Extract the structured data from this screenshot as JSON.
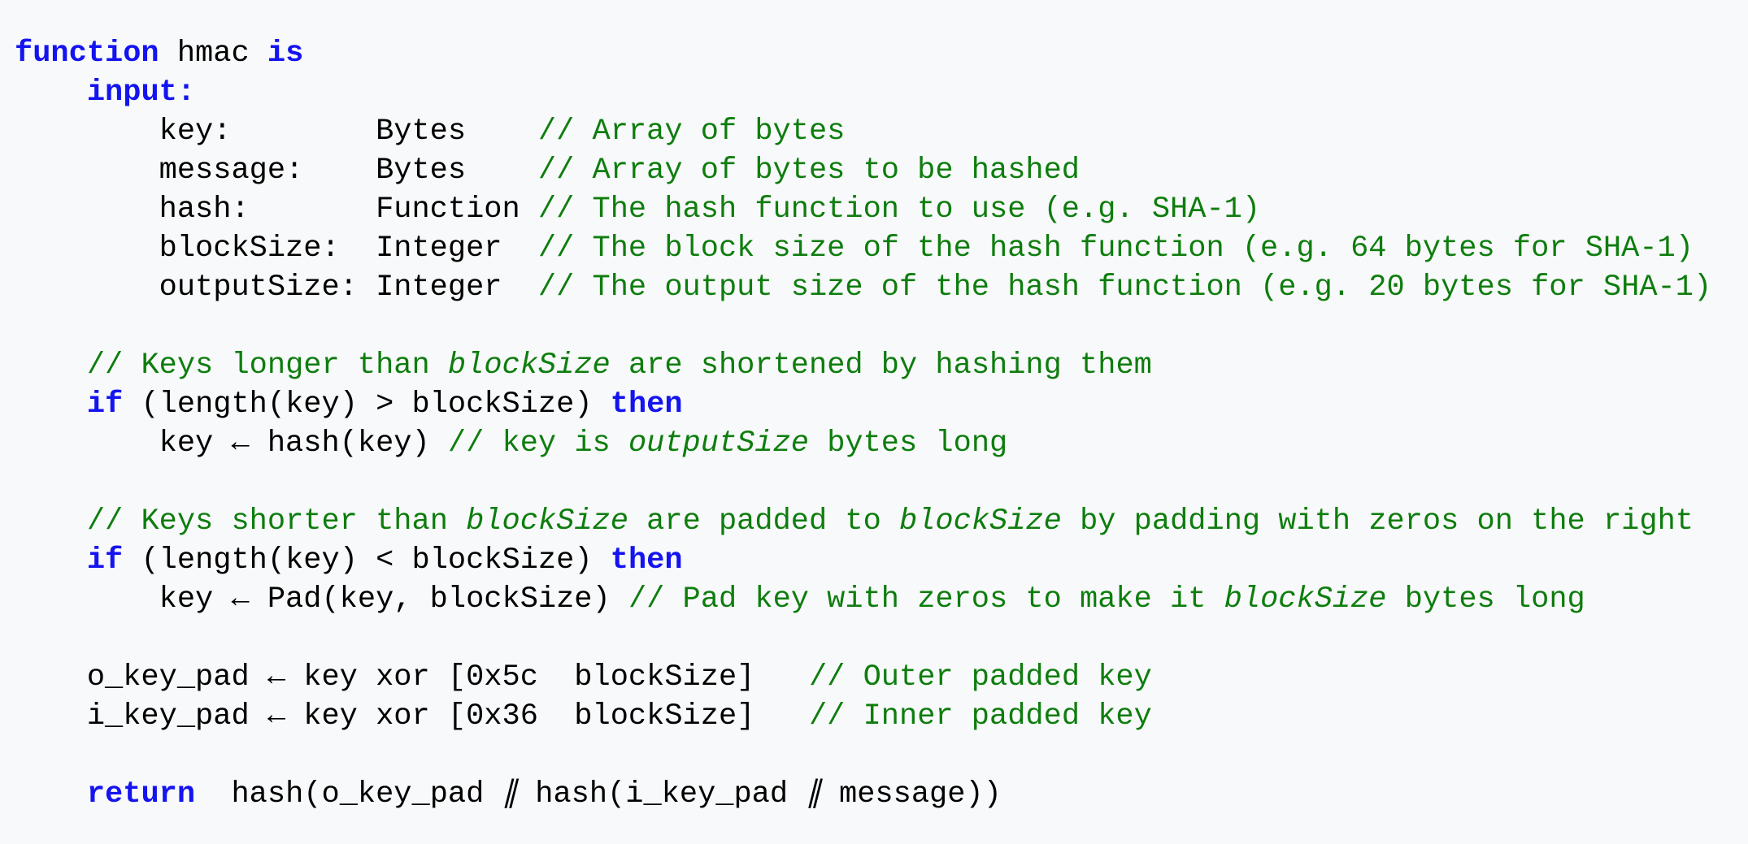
{
  "colors": {
    "background": "#f8f9fa",
    "keyword": "#1414f0",
    "comment": "#0e7d0e",
    "code_text": "#000000"
  },
  "code": {
    "lines": [
      [
        {
          "style": "keyword",
          "text": "function"
        },
        {
          "style": "plain",
          "text": " hmac "
        },
        {
          "style": "keyword",
          "text": "is"
        }
      ],
      [
        {
          "style": "plain",
          "text": "    "
        },
        {
          "style": "keyword",
          "text": "input:"
        }
      ],
      [
        {
          "style": "plain",
          "text": "        key:        Bytes    "
        },
        {
          "style": "comment",
          "text": "// Array of bytes"
        }
      ],
      [
        {
          "style": "plain",
          "text": "        message:    Bytes    "
        },
        {
          "style": "comment",
          "text": "// Array of bytes to be hashed"
        }
      ],
      [
        {
          "style": "plain",
          "text": "        hash:       Function "
        },
        {
          "style": "comment",
          "text": "// The hash function to use (e.g. SHA-1)"
        }
      ],
      [
        {
          "style": "plain",
          "text": "        blockSize:  Integer  "
        },
        {
          "style": "comment",
          "text": "// The block size of the hash function (e.g. 64 bytes for SHA-1)"
        }
      ],
      [
        {
          "style": "plain",
          "text": "        outputSize: Integer  "
        },
        {
          "style": "comment",
          "text": "// The output size of the hash function (e.g. 20 bytes for SHA-1)"
        }
      ],
      [],
      [
        {
          "style": "plain",
          "text": "    "
        },
        {
          "style": "comment",
          "text": "// Keys longer than "
        },
        {
          "style": "comment-italic",
          "text": "blockSize"
        },
        {
          "style": "comment",
          "text": " are shortened by hashing them"
        }
      ],
      [
        {
          "style": "plain",
          "text": "    "
        },
        {
          "style": "keyword",
          "text": "if"
        },
        {
          "style": "plain",
          "text": " (length(key) > blockSize) "
        },
        {
          "style": "keyword",
          "text": "then"
        }
      ],
      [
        {
          "style": "plain",
          "text": "        key ← hash(key) "
        },
        {
          "style": "comment",
          "text": "// key is "
        },
        {
          "style": "comment-italic",
          "text": "outputSize"
        },
        {
          "style": "comment",
          "text": " bytes long"
        }
      ],
      [],
      [
        {
          "style": "plain",
          "text": "    "
        },
        {
          "style": "comment",
          "text": "// Keys shorter than "
        },
        {
          "style": "comment-italic",
          "text": "blockSize"
        },
        {
          "style": "comment",
          "text": " are padded to "
        },
        {
          "style": "comment-italic",
          "text": "blockSize"
        },
        {
          "style": "comment",
          "text": " by padding with zeros on the right"
        }
      ],
      [
        {
          "style": "plain",
          "text": "    "
        },
        {
          "style": "keyword",
          "text": "if"
        },
        {
          "style": "plain",
          "text": " (length(key) < blockSize) "
        },
        {
          "style": "keyword",
          "text": "then"
        }
      ],
      [
        {
          "style": "plain",
          "text": "        key ← Pad(key, blockSize) "
        },
        {
          "style": "comment",
          "text": "// Pad key with zeros to make it "
        },
        {
          "style": "comment-italic",
          "text": "blockSize"
        },
        {
          "style": "comment",
          "text": " bytes long"
        }
      ],
      [],
      [
        {
          "style": "plain",
          "text": "    o_key_pad ← key xor [0x5c  blockSize]   "
        },
        {
          "style": "comment",
          "text": "// Outer padded key"
        }
      ],
      [
        {
          "style": "plain",
          "text": "    i_key_pad ← key xor [0x36  blockSize]   "
        },
        {
          "style": "comment",
          "text": "// Inner padded key"
        }
      ],
      [],
      [
        {
          "style": "plain",
          "text": "    "
        },
        {
          "style": "keyword",
          "text": "return"
        },
        {
          "style": "plain",
          "text": "  hash(o_key_pad "
        },
        {
          "style": "operator-italic",
          "text": "∥"
        },
        {
          "style": "plain",
          "text": " hash(i_key_pad "
        },
        {
          "style": "operator-italic",
          "text": "∥"
        },
        {
          "style": "plain",
          "text": " message))"
        }
      ]
    ]
  }
}
